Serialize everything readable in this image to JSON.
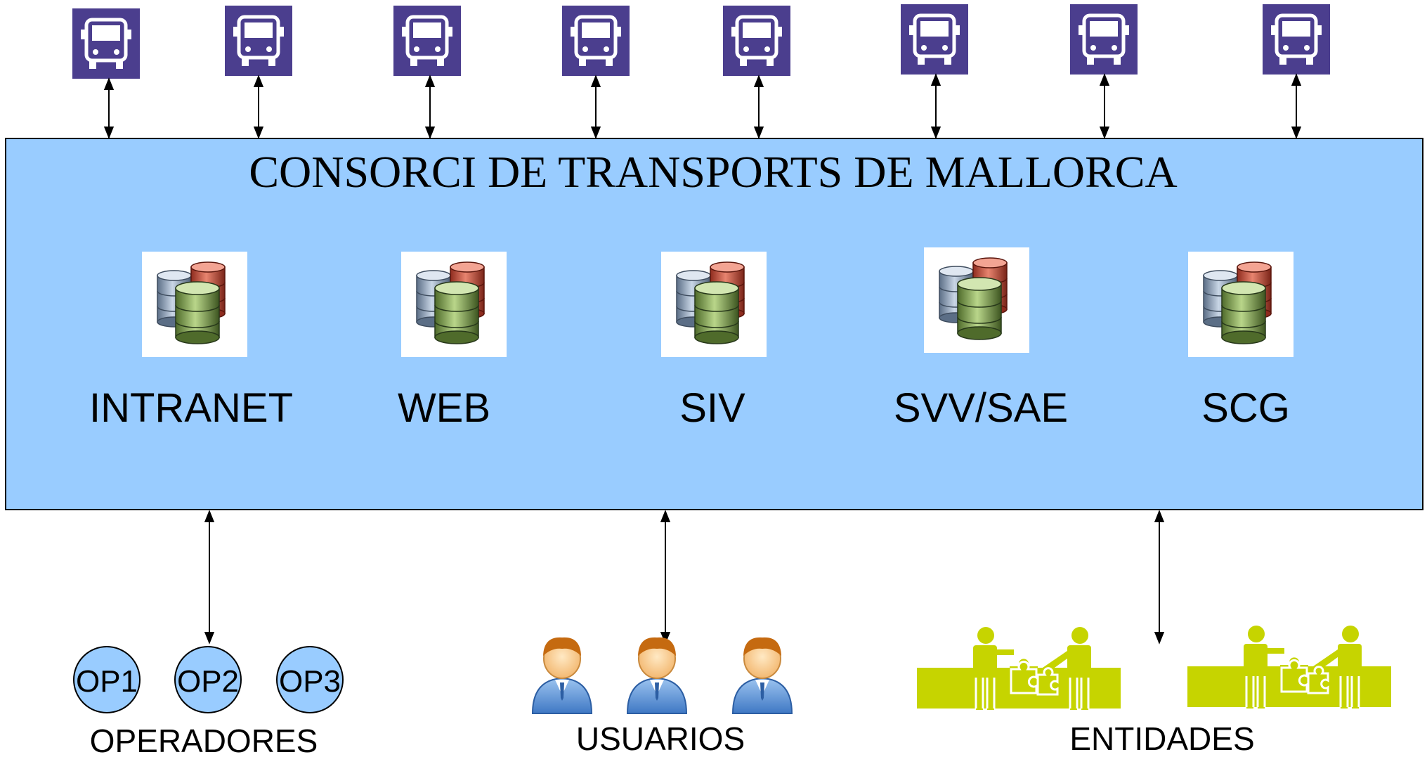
{
  "hub": {
    "title": "CONSORCI DE TRANSPORTS DE MALLORCA",
    "fill": "#99CCFF",
    "stroke": "#000000"
  },
  "buses": {
    "count": 8,
    "icon": "bus-icon",
    "color": "#4B3E8E"
  },
  "systems": [
    {
      "label": "INTRANET",
      "icon": "database-icon"
    },
    {
      "label": "WEB",
      "icon": "database-icon"
    },
    {
      "label": "SIV",
      "icon": "database-icon"
    },
    {
      "label": "SVV/SAE",
      "icon": "database-icon"
    },
    {
      "label": "SCG",
      "icon": "database-icon"
    }
  ],
  "operators": {
    "items": [
      "OP1",
      "OP2",
      "OP3"
    ],
    "label": "OPERADORES",
    "fill": "#99CCFF"
  },
  "users": {
    "count": 3,
    "icon": "user-icon",
    "label": "USUARIOS"
  },
  "entities": {
    "count": 2,
    "icon": "partnership-icon",
    "label": "ENTIDADES",
    "color": "#C6D400"
  }
}
